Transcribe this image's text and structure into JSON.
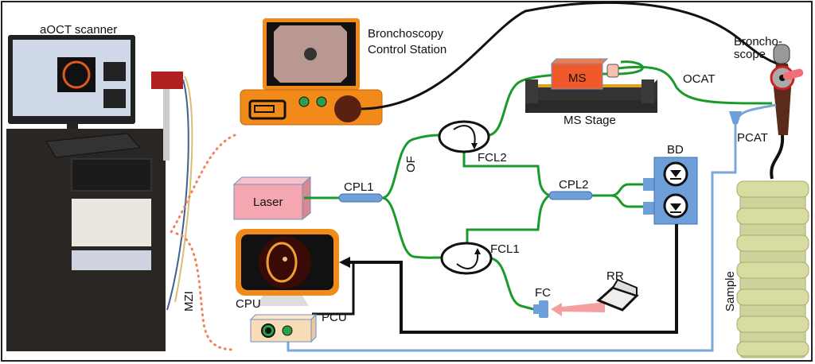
{
  "figure": {
    "title": "aOCT system schematic",
    "labels": {
      "scanner": "aOCT scanner",
      "bronchoscopy_station_line1": "Bronchoscopy",
      "bronchoscopy_station_line2": "Control Station",
      "bronchoscope_line1": "Broncho-",
      "bronchoscope_line2": "scope",
      "ms": "MS",
      "ms_stage": "MS Stage",
      "ocat": "OCAT",
      "pcat": "PCAT",
      "of": "OF",
      "fcl2": "FCL2",
      "fcl1": "FCL1",
      "cpl1": "CPL1",
      "cpl2": "CPL2",
      "bd": "BD",
      "laser": "Laser",
      "cpu": "CPU",
      "pcu": "PCU",
      "fc": "FC",
      "rr": "RR",
      "mzi": "MZI",
      "sample": "Sample"
    },
    "colors": {
      "fiber": "#1a9a2a",
      "cable": "#111111",
      "pcat_line": "#7ba7d8",
      "mzi_dots": "#f08060",
      "station": "#f28a1a",
      "laser_box": "#f4a7b0",
      "ms_box": "#f05a2a",
      "bd_box": "#6f9fd8",
      "scope": "#5a2a1a",
      "sample": "#d9dca0"
    }
  }
}
